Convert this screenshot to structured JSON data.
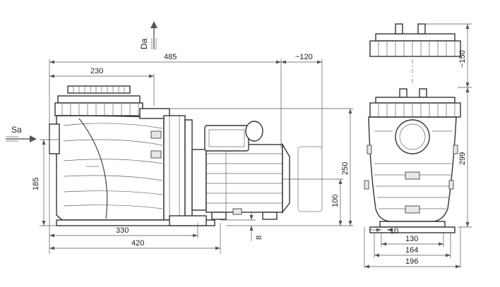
{
  "labels": {
    "suction": "Sa",
    "discharge": "Da"
  },
  "dimensions": {
    "overall_length": "485",
    "prefilter_length": "230",
    "motor_clearance": "~120",
    "base_330": "330",
    "base_420": "420",
    "axis_height_185": "185",
    "total_height_250": "250",
    "motor_height_100": "100",
    "foot_8": "8",
    "lid_clearance": "~150",
    "front_height_299": "299",
    "foot_10": "10",
    "base_130": "130",
    "base_164": "164",
    "base_196": "196"
  }
}
